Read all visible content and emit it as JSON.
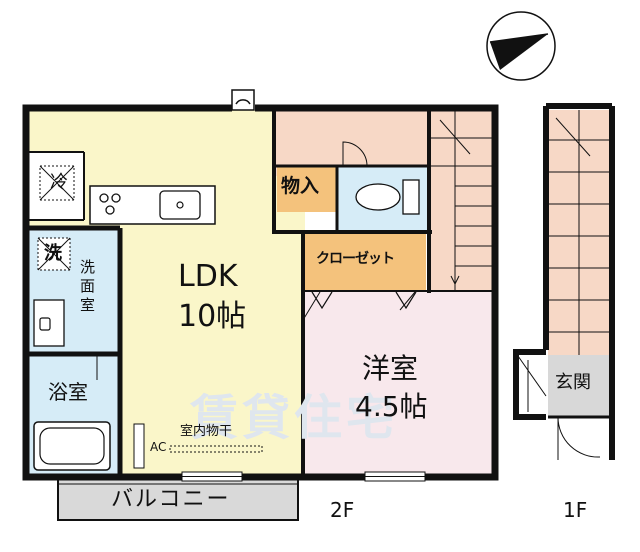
{
  "plan": {
    "compass_label": "",
    "rooms": {
      "ldk_name": "LDK",
      "ldk_size": "10帖",
      "western_name": "洋室",
      "western_size": "4.5帖",
      "washroom": "洗面室",
      "bathroom": "浴室",
      "storage": "物入",
      "closet": "クローゼット",
      "entrance": "玄関",
      "balcony": "バルコニー"
    },
    "fixtures": {
      "fridge": "冷",
      "washer": "洗",
      "ac": "AC",
      "indoor_drying": "室内物干"
    },
    "floors": {
      "upper": "2F",
      "lower": "1F"
    },
    "watermark": "賃貸住宅"
  },
  "colors": {
    "ldk": "#faf6c9",
    "western": "#f8e8ec",
    "water": "#d6ecf7",
    "stairs": "#f7d8c6",
    "closet": "#f4c27c",
    "entrance": "#d8d8d8",
    "balcony": "#d9d9d9",
    "wall": "#111111"
  }
}
